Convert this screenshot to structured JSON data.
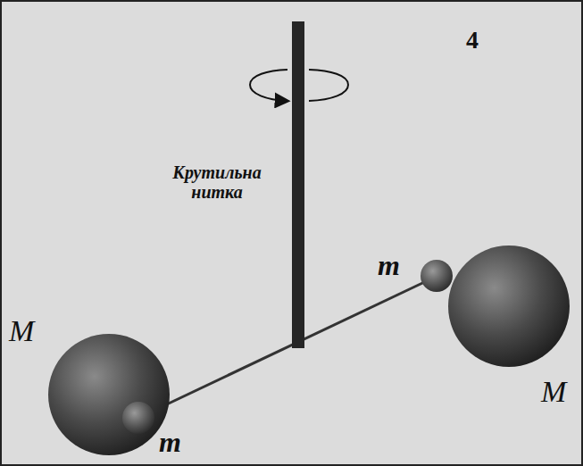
{
  "diagram": {
    "labels": [
      "4",
      "Крутильна нитка",
      "m",
      "M",
      "M",
      "m"
    ]
  }
}
